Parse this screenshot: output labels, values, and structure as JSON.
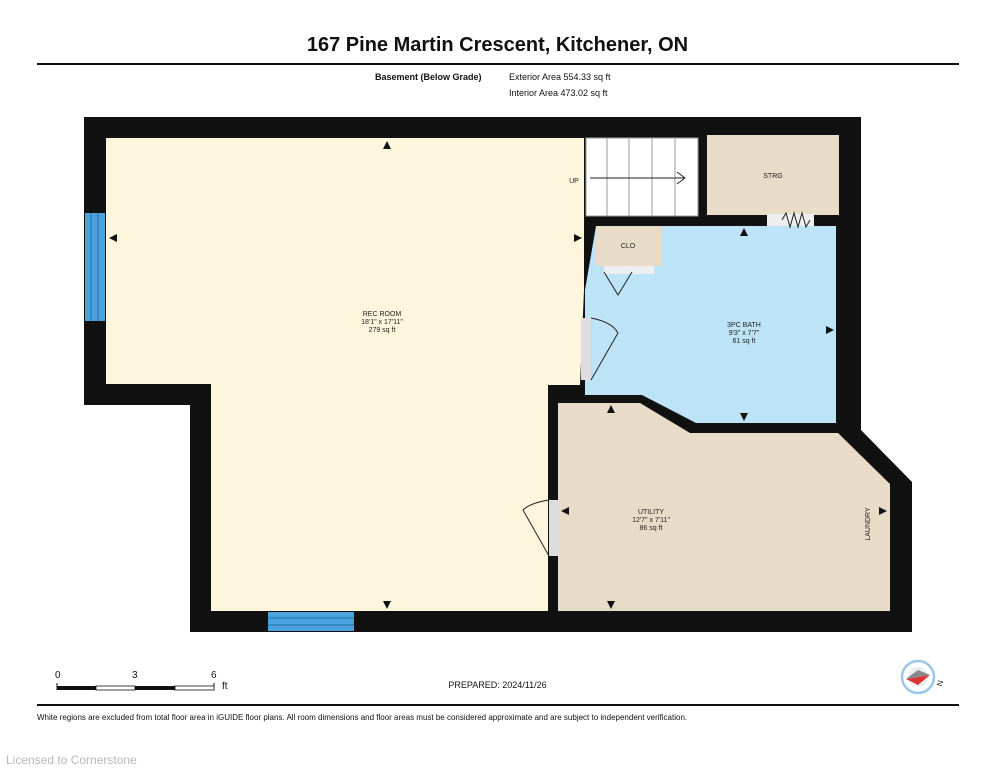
{
  "header": {
    "title": "167 Pine Martin Crescent, Kitchener, ON",
    "level": "Basement (Below Grade)",
    "exterior_area": "Exterior Area 554.33 sq ft",
    "interior_area": "Interior Area 473.02 sq ft"
  },
  "rooms": {
    "rec_room": {
      "name": "REC ROOM",
      "dims": "18'1\" x 17'11\"",
      "area": "279 sq ft"
    },
    "bath": {
      "name": "3PC BATH",
      "dims": "9'3\" x 7'7\"",
      "area": "61 sq ft"
    },
    "utility": {
      "name": "UTILITY",
      "dims": "12'7\" x 7'11\"",
      "area": "86 sq ft"
    },
    "storage": {
      "name": "STRG"
    },
    "closet": {
      "name": "CLO"
    },
    "laundry": {
      "name": "LAUNDRY"
    },
    "stairs": {
      "label": "UP"
    }
  },
  "scale": {
    "labels": [
      "0",
      "3",
      "6"
    ],
    "unit": "ft"
  },
  "compass": {
    "label": "N"
  },
  "footer": {
    "prepared": "PREPARED: 2024/11/26",
    "disclaimer": "White regions are excluded from total floor area in iGUIDE floor plans. All room dimensions and floor areas must be considered approximate and are subject to independent verification.",
    "license": "Licensed to Cornerstone"
  },
  "colors": {
    "rec_room": "#fdf6dc",
    "bath": "#bde3f7",
    "utility": "#e8dcc8",
    "walls": "#111111",
    "windows": "#4aa3df"
  }
}
